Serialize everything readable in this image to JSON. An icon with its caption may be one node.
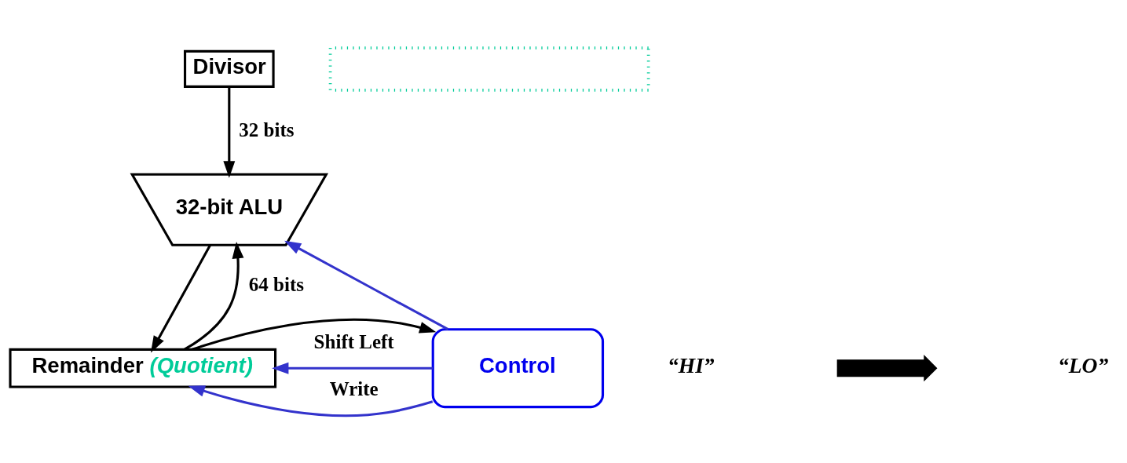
{
  "diagram": {
    "nodes": [
      {
        "text": [
          "Divisor"
        ]
      },
      {
        "text": [
          "32-bit ALU"
        ]
      },
      {
        "text": [
          "Remainder",
          "(Quotient)"
        ]
      },
      {
        "text": [
          "Control"
        ]
      },
      {
        "text": [],
        "shape": "box"
      },
      {
        "text": [],
        "shape": "arrow"
      }
    ],
    "edges": [
      {
        "from": 0,
        "to": 1,
        "arrow": "to",
        "label": "32 bits"
      },
      {
        "from": 1,
        "to": 2,
        "arrow": "to"
      },
      {
        "from": 2,
        "to": 1,
        "arrow": "to",
        "label": "64 bits"
      },
      {
        "from": 2,
        "to": 3,
        "arrow": "to"
      },
      {
        "from": 3,
        "to": 1,
        "arrow": "to",
        "color": "#3333cc"
      },
      {
        "from": 3,
        "to": 2,
        "arrow": "to",
        "label": "Shift Left",
        "color": "#3333cc"
      },
      {
        "from": 3,
        "to": 2,
        "arrow": "to",
        "label": "Write",
        "color": "#3333cc"
      }
    ],
    "labels": [
      "“HI”",
      "“LO”"
    ]
  }
}
